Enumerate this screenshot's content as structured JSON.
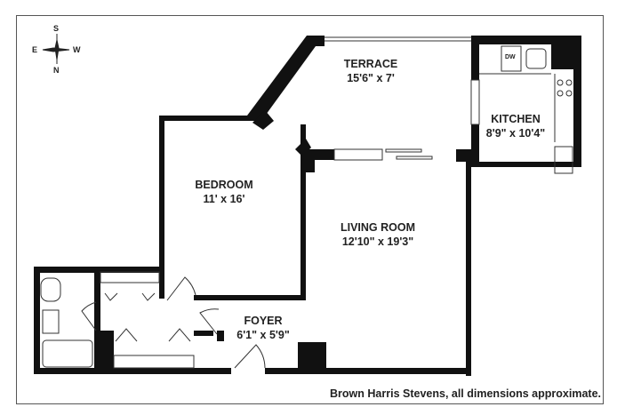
{
  "rooms": [
    {
      "name": "TERRACE",
      "dims": "15'6\" x 7'"
    },
    {
      "name": "KITCHEN",
      "dims": "8'9\" x 10'4\""
    },
    {
      "name": "BEDROOM",
      "dims": "11' x 16'"
    },
    {
      "name": "LIVING ROOM",
      "dims": "12'10\" x 19'3\""
    },
    {
      "name": "FOYER",
      "dims": "6'1\" x 5'9\""
    }
  ],
  "compass": {
    "north": "N",
    "south": "S",
    "east": "E",
    "west": "W"
  },
  "appliances": {
    "dishwasher": "DW"
  },
  "caption": "Brown Harris Stevens, all dimensions approximate."
}
